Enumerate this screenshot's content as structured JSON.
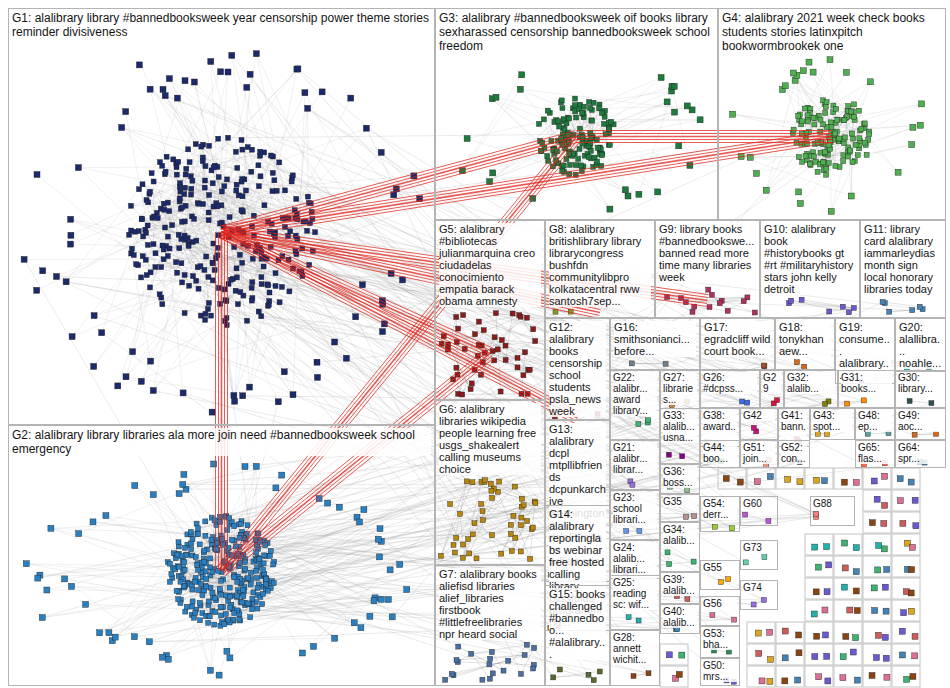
{
  "diagram": {
    "nodes": [
      {
        "text": [
          "G1: alalibrary library #bannedbooksweek year censorship power theme stories reminder divisiveness"
        ]
      },
      {
        "text": [
          "G3: alalibrary #bannedbooksweek oif books library sexharassed censorship bannedbooksweek school freedom"
        ]
      },
      {
        "text": [
          "G4: alalibrary 2021 week check books students stories latinxpitch bookwormbrookek one"
        ]
      },
      {
        "text": [
          "G5: alalibrary #bibliotecas julianmarquina creo ciudadelas conocimiento empatia barack obama amnesty"
        ]
      },
      {
        "text": [
          "G8: alalibrary britishlibrary library librarycongress bushfdn communitylibpro kolkatacentral rww santosh7sep..."
        ]
      },
      {
        "text": [
          "G9: library books #bannedbookswe... banned read more time many libraries week"
        ]
      },
      {
        "text": [
          "G10: alalibrary book #historybooks gt #rt #militaryhistory stars john kelly detroit"
        ]
      },
      {
        "text": [
          "G11: library card alalibrary iammarleydias month sign local honorary libraries today"
        ]
      },
      {
        "text": [
          "G12: alalibrary books censorship school students psla_news week"
        ]
      },
      {
        "text": [
          "G16: smithsonianci... before..."
        ]
      },
      {
        "text": [
          "G17: egradcliff wild court book..."
        ]
      },
      {
        "text": [
          "G18: tonykhan aew..."
        ]
      },
      {
        "text": [
          "G19: consume... alalibrary..."
        ]
      },
      {
        "text": [
          "G20: alallibra... noahle..."
        ]
      },
      {
        "text": [
          "G22: alalibr... award library..."
        ]
      },
      {
        "text": [
          "G27: libraries..."
        ]
      },
      {
        "text": [
          "G26: #dcpss..."
        ]
      },
      {
        "text": [
          "G29"
        ]
      },
      {
        "text": [
          "G32: alalib..."
        ]
      },
      {
        "text": [
          "G31: books..."
        ]
      },
      {
        "text": [
          "G30: library..."
        ]
      },
      {
        "text": [
          "G6: alalibrary libraries wikipedia people learning free usgs_shakealert calling museums choice"
        ]
      },
      {
        "text": [
          "G13: alalibrary dcpl mtpllibfriends dcpunkarchive washingtonp... dclalibrarians williamson..."
        ]
      },
      {
        "text": [
          "G33: alalib... usna..."
        ]
      },
      {
        "text": [
          "G38: award..."
        ]
      },
      {
        "text": [
          "G42"
        ]
      },
      {
        "text": [
          "G41: bann..."
        ]
      },
      {
        "text": [
          "G43: spot..."
        ]
      },
      {
        "text": [
          "G48: ep..."
        ]
      },
      {
        "text": [
          "G49: aoc..."
        ]
      },
      {
        "text": [
          "G2: alalibrary library libraries ala more join need #bannedbooksweek school emergency"
        ]
      },
      {
        "text": [
          "G21: alalibr... librar..."
        ]
      },
      {
        "text": [
          "G44: boo..."
        ]
      },
      {
        "text": [
          "G51: join..."
        ]
      },
      {
        "text": [
          "G52: con..."
        ]
      },
      {
        "text": [
          "G65: flas..."
        ]
      },
      {
        "text": [
          "G64: spr..."
        ]
      },
      {
        "text": [
          "G36: boss..."
        ]
      },
      {
        "text": [
          "G23: school librari..."
        ]
      },
      {
        "text": [
          "G35"
        ]
      },
      {
        "text": [
          "G14: alalibrary reportinglabs webinar free hosted calling library blissfulus programming..."
        ]
      },
      {
        "text": [
          "G54: derr..."
        ]
      },
      {
        "text": [
          "G60"
        ]
      },
      {
        "text": [
          "G88"
        ]
      },
      {
        "text": [
          "G34: alalib..."
        ]
      },
      {
        "text": [
          "G24: alalib... librari..."
        ]
      },
      {
        "text": [
          "G73"
        ]
      },
      {
        "text": [
          "G7: alalibrary books aliefisd libraries alief_libraries firstbook #littlefreelibraries npr heard social"
        ]
      },
      {
        "text": [
          "G39: alalib..."
        ]
      },
      {
        "text": [
          "G25: reading sc: wif..."
        ]
      },
      {
        "text": [
          "G55"
        ]
      },
      {
        "text": [
          "G74"
        ]
      },
      {
        "text": [
          "G15: books challenged #bannedboo... #alalibrary..."
        ]
      },
      {
        "text": [
          "G40: alalib..."
        ]
      },
      {
        "text": [
          "G56"
        ]
      },
      {
        "text": [
          "G28: annett wichit..."
        ]
      },
      {
        "text": [
          "G53: bha..."
        ]
      },
      {
        "text": [
          "G50: mrs..."
        ]
      }
    ],
    "edges": [
      {
        "from": 0,
        "to": 1,
        "arrow": "none"
      },
      {
        "from": 0,
        "to": 2,
        "arrow": "none"
      },
      {
        "from": 0,
        "to": 30,
        "arrow": "none"
      },
      {
        "from": 0,
        "to": 5,
        "arrow": "none"
      },
      {
        "from": 0,
        "to": 3,
        "arrow": "none"
      },
      {
        "from": 0,
        "to": 8,
        "arrow": "none"
      },
      {
        "from": 0,
        "to": 4,
        "arrow": "none"
      },
      {
        "from": 30,
        "to": 1,
        "arrow": "none"
      },
      {
        "from": 1,
        "to": 2,
        "arrow": "none"
      },
      {
        "from": 30,
        "to": 3,
        "arrow": "none"
      }
    ]
  }
}
